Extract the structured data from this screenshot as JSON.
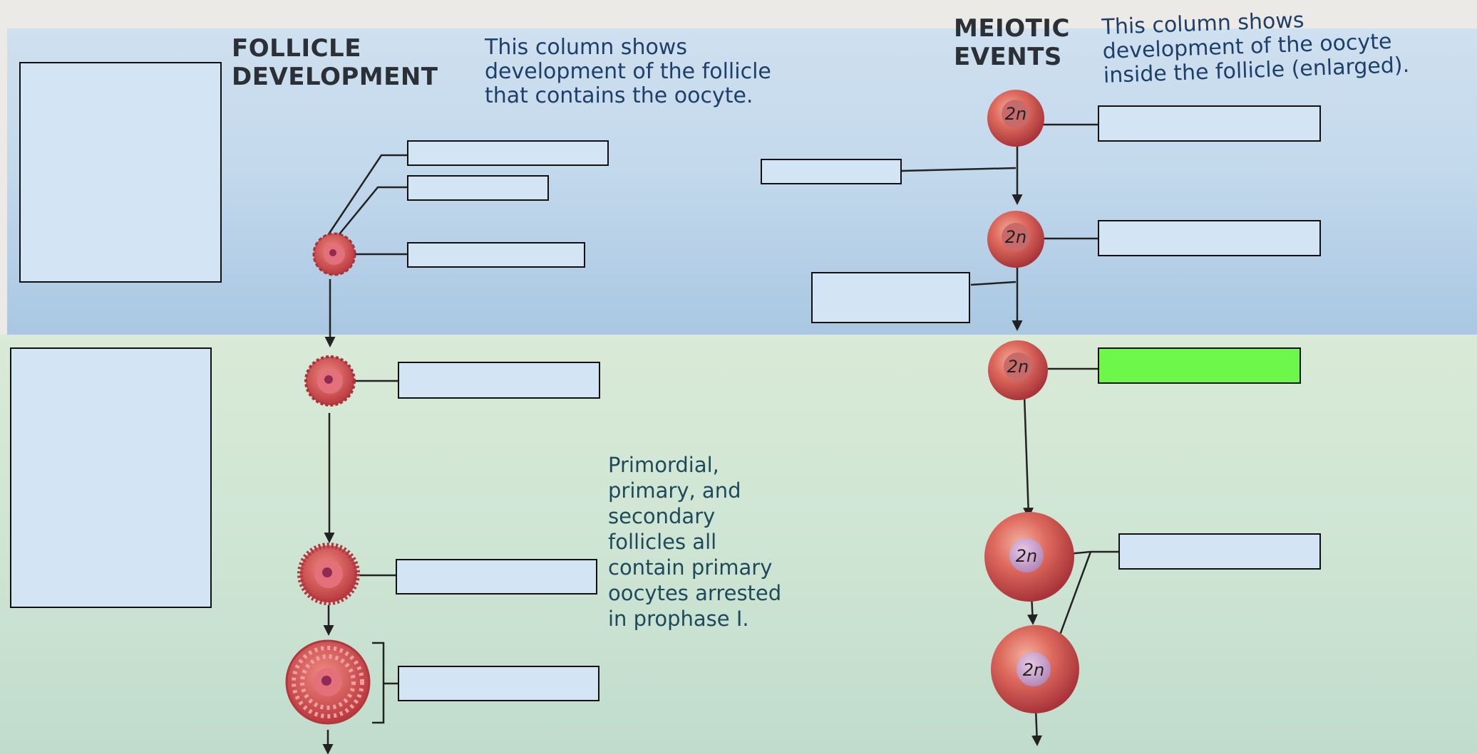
{
  "headings": {
    "follicle": [
      "FOLLICLE",
      "DEVELOPMENT"
    ],
    "meiotic": [
      "MEIOTIC",
      "EVENTS"
    ]
  },
  "notes": {
    "follicle_column": [
      "This column shows",
      "development of the follicle",
      "that contains the oocyte."
    ],
    "oocyte_column": [
      "This column shows",
      "development of the oocyte",
      "inside the follicle (enlarged)."
    ],
    "arrested": [
      "Primordial,",
      "primary, and",
      "secondary",
      "follicles all",
      "contain primary",
      "oocytes arrested",
      "in prophase I."
    ]
  },
  "cells": {
    "label": "2n",
    "colors": {
      "cell": "#d9565a",
      "nucleus": "#b94b8a",
      "highlight": "#6cf74a",
      "box": "#d3e4f4"
    }
  }
}
